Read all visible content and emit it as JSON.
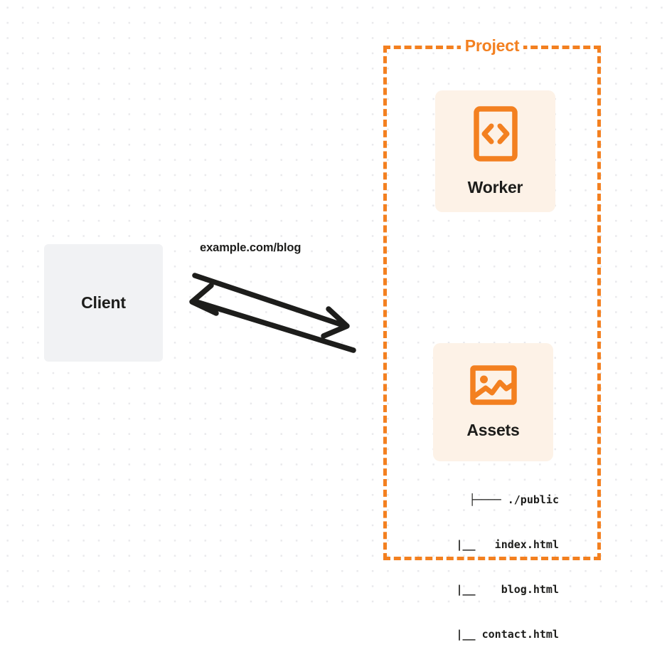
{
  "diagram": {
    "title": "Cloudflare Worker with static assets request flow",
    "background": {
      "color": "#ffffff",
      "dot_color": "#e9e9ec",
      "pattern": "dot-grid"
    },
    "colors": {
      "accent_orange": "#f38020",
      "node_fill_orange": "#fdf2e7",
      "client_fill_gray": "#f1f2f4",
      "text_dark": "#1d1d1b"
    }
  },
  "project": {
    "label": "Project",
    "border_style": "dashed",
    "border_color": "#f38020"
  },
  "nodes": {
    "client": {
      "label": "Client",
      "fill": "#f1f2f4"
    },
    "worker": {
      "label": "Worker",
      "icon": "code-brackets-icon",
      "fill": "#fdf2e7"
    },
    "assets": {
      "label": "Assets",
      "icon": "image-icon",
      "fill": "#fdf2e7"
    }
  },
  "file_tree": {
    "lines": [
      "├──── ./public",
      "  |__   index.html",
      "  |__    blog.html",
      "  |__ contact.html"
    ],
    "root": "./public",
    "files": [
      "index.html",
      "blog.html",
      "contact.html"
    ]
  },
  "connection": {
    "label": "example.com/blog",
    "request_direction": "client-to-project",
    "response_direction": "project-to-client",
    "line_color": "#1d1d1b"
  }
}
